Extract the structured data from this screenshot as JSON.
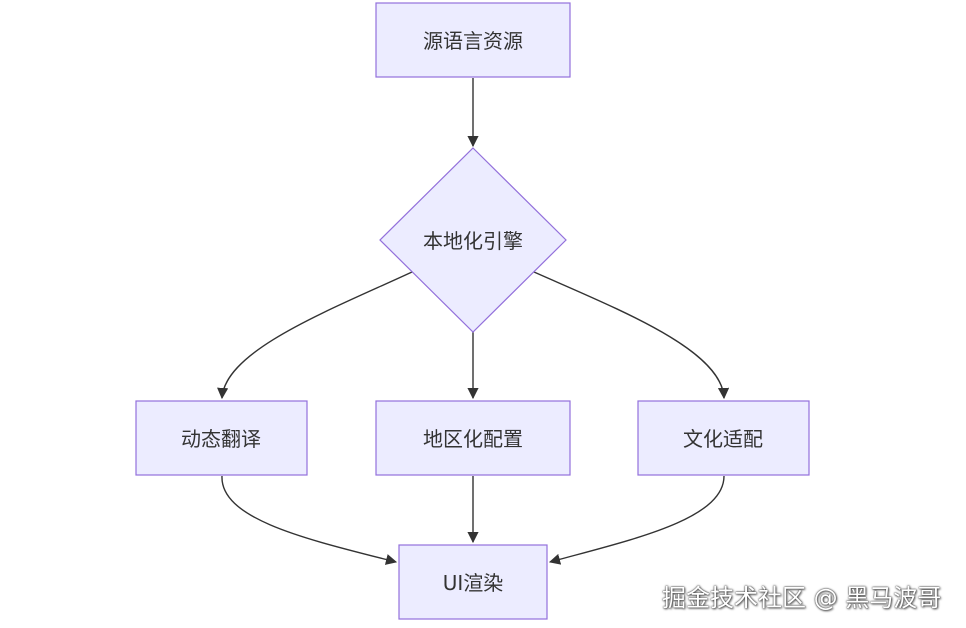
{
  "diagram": {
    "nodes": {
      "source": {
        "label": "源语言资源"
      },
      "engine": {
        "label": "本地化引擎"
      },
      "dynamic": {
        "label": "动态翻译"
      },
      "regional": {
        "label": "地区化配置"
      },
      "cultural": {
        "label": "文化适配"
      },
      "render": {
        "label": "UI渲染"
      }
    },
    "edges": [
      {
        "from": "source",
        "to": "engine"
      },
      {
        "from": "engine",
        "to": "dynamic"
      },
      {
        "from": "engine",
        "to": "regional"
      },
      {
        "from": "engine",
        "to": "cultural"
      },
      {
        "from": "dynamic",
        "to": "render"
      },
      {
        "from": "regional",
        "to": "render"
      },
      {
        "from": "cultural",
        "to": "render"
      }
    ],
    "colors": {
      "node_fill": "#ECECFF",
      "node_stroke": "#9370DB",
      "edge": "#333333",
      "text": "#333333"
    }
  },
  "watermark": {
    "text": "掘金技术社区 @ 黑马波哥"
  }
}
